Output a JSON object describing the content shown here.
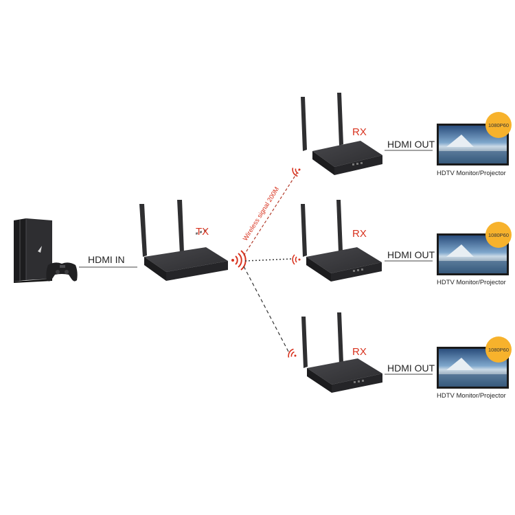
{
  "colors": {
    "accent_red": "#d8321e",
    "badge": "#f7b22c",
    "device": "#2b2b2d",
    "device_top": "#3a3a3d",
    "line": "#444444"
  },
  "input": {
    "source_device": "game-console-with-controller",
    "label": "HDMI IN"
  },
  "transmitter": {
    "label": "TX",
    "signal_label": "Wireless signal 200M"
  },
  "receivers": [
    {
      "label": "RX",
      "output_label": "HDMI OUT",
      "display_caption": "HDTV Monitor/Projector",
      "badge": "1080P60"
    },
    {
      "label": "RX",
      "output_label": "HDMI OUT",
      "display_caption": "HDTV Monitor/Projector",
      "badge": "1080P60"
    },
    {
      "label": "RX",
      "output_label": "HDMI OUT",
      "display_caption": "HDTV Monitor/Projector",
      "badge": "1080P60"
    }
  ]
}
